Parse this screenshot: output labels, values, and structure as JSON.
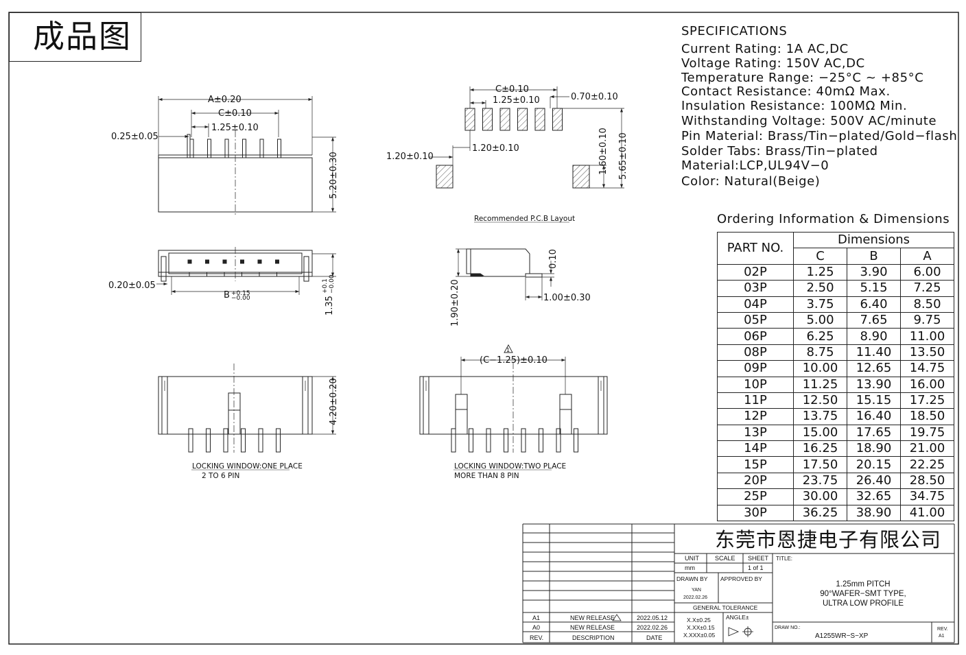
{
  "header": {
    "title": "成品图"
  },
  "specs": {
    "heading": "SPECIFICATIONS",
    "lines": [
      "Current  Rating:  1A  AC,DC",
      "Voltage  Rating:  150V  AC,DC",
      "Temperature  Range:  −25°C  ~  +85°C",
      "Contact  Resistance:  40mΩ  Max.",
      "Insulation  Resistance:  100MΩ  Min.",
      "Withstanding  Voltage:  500V  AC/minute",
      "Pin  Material:  Brass/Tin−plated/Gold−flash",
      "Solder  Tabs:  Brass/Tin−plated",
      "Material:LCP,UL94V−0",
      "Color:  Natural(Beige)"
    ]
  },
  "ordering": {
    "title": "Ordering  Information  &  Dimensions",
    "part_header": "PART  NO.",
    "dim_header": "Dimensions",
    "cols": [
      "C",
      "B",
      "A"
    ],
    "rows": [
      [
        "02P",
        "1.25",
        "3.90",
        "6.00"
      ],
      [
        "03P",
        "2.50",
        "5.15",
        "7.25"
      ],
      [
        "04P",
        "3.75",
        "6.40",
        "8.50"
      ],
      [
        "05P",
        "5.00",
        "7.65",
        "9.75"
      ],
      [
        "06P",
        "6.25",
        "8.90",
        "11.00"
      ],
      [
        "08P",
        "8.75",
        "11.40",
        "13.50"
      ],
      [
        "09P",
        "10.00",
        "12.65",
        "14.75"
      ],
      [
        "10P",
        "11.25",
        "13.90",
        "16.00"
      ],
      [
        "11P",
        "12.50",
        "15.15",
        "17.25"
      ],
      [
        "12P",
        "13.75",
        "16.40",
        "18.50"
      ],
      [
        "13P",
        "15.00",
        "17.65",
        "19.75"
      ],
      [
        "14P",
        "16.25",
        "18.90",
        "21.00"
      ],
      [
        "15P",
        "17.50",
        "20.15",
        "22.25"
      ],
      [
        "20P",
        "23.75",
        "26.40",
        "28.50"
      ],
      [
        "25P",
        "30.00",
        "32.65",
        "34.75"
      ],
      [
        "30P",
        "36.25",
        "38.90",
        "41.00"
      ]
    ]
  },
  "drawing": {
    "dims": {
      "a": "A±0.20",
      "c": "C±0.10",
      "pitch": "1.25±0.10",
      "d025": "0.25±0.05",
      "d520": "5.20±0.30",
      "d020": "0.20±0.05",
      "b": "B",
      "b_tol_up": "+0.15",
      "b_tol_dn": "−0.00",
      "d135": "1.35",
      "d135_up": "+0.1",
      "d135_dn": "−0.00",
      "pcb_c": "C±0.10",
      "pcb_pitch": "1.25±0.10",
      "pcb_070": "0.70±0.10",
      "pcb_120a": "1.20±0.10",
      "pcb_120b": "1.20±0.10",
      "pcb_160": "1.60±0.10",
      "pcb_565": "5.65±0.10",
      "side_010": "0.10",
      "side_190": "1.90±0.20",
      "side_100": "1.00±0.30",
      "d420": "4.20±0.20",
      "c125": "(C−1.25)±0.10",
      "rev_mark": "1"
    },
    "captions": {
      "pcb": "Recommended  P.C.B  Layout",
      "lock1": "LOCKING  WINDOW:ONE  PLACE",
      "lock1_sub": "2  TO  6  PIN",
      "lock2": "LOCKING  WINDOW:TWO  PLACE",
      "lock2_sub": "MORE  THAN  8  PIN"
    }
  },
  "title_block": {
    "company": "东莞市恩捷电子有限公司",
    "unit_label": "UNIT",
    "unit": "mm",
    "scale_label": "SCALE",
    "sheet_label": "SHEET",
    "sheet": "1  of  1",
    "title_label": "TITLE:",
    "title_lines": [
      "1.25mm  PITCH",
      "90°WAFER−SMT  TYPE,",
      "ULTRA  LOW  PROFILE"
    ],
    "drawn_label": "DRAWN  BY",
    "drawn_name": "YAN",
    "drawn_date": "2022.02.26",
    "approved_label": "APPROVED  BY",
    "tol_label": "GENERAL  TOLERANCE",
    "tol_values": [
      "X.X±0.25",
      "X.XX±0.15",
      "X.XXX±0.05"
    ],
    "angle_label": "ANGLE±",
    "drawno_label": "DRAW NO.:",
    "drawno": "A1255WR−S−XP",
    "rev_label": "REV.",
    "rev": "A1",
    "revisions": [
      {
        "rev": "A1",
        "desc": "NEW  RELEASE",
        "date": "2022.05.12"
      },
      {
        "rev": "A0",
        "desc": "NEW  RELEASE",
        "date": "2022.02.26"
      }
    ],
    "rev_header": {
      "rev": "REV.",
      "desc": "DESCRIPTION",
      "date": "DATE"
    }
  }
}
